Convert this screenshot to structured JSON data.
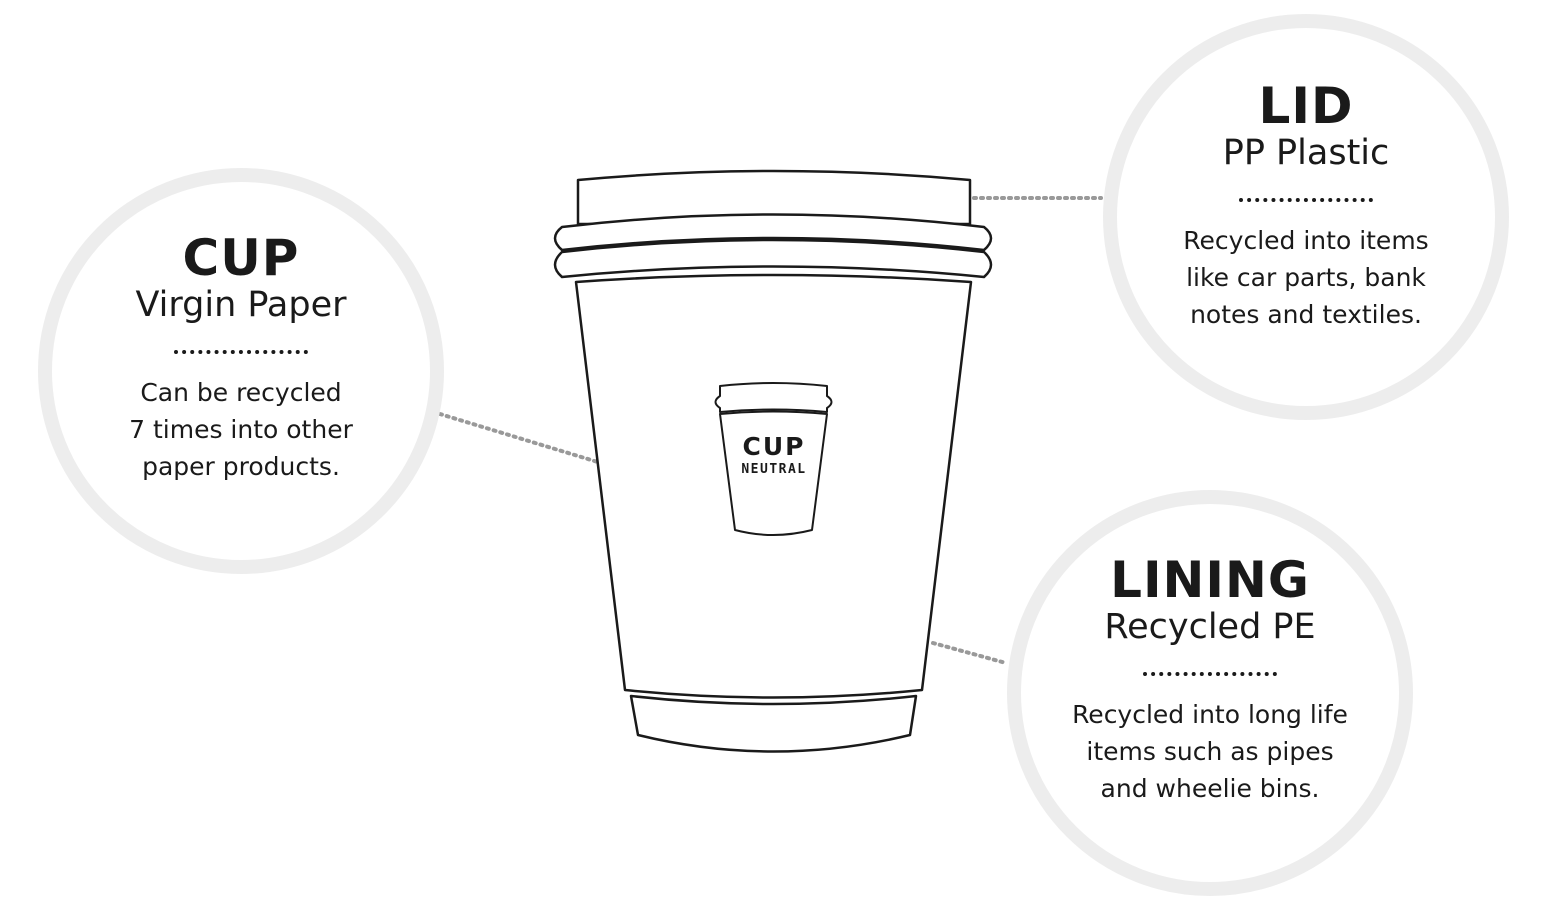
{
  "callouts": {
    "cup": {
      "heading": "CUP",
      "material": "Virgin Paper",
      "desc_lines": [
        "Can be recycled",
        "7 times into other",
        "paper products."
      ]
    },
    "lid": {
      "heading": "LID",
      "material": "PP Plastic",
      "desc_lines": [
        "Recycled into items",
        "like car parts, bank",
        "notes and textiles."
      ]
    },
    "lining": {
      "heading": "LINING",
      "material": "Recycled PE",
      "desc_lines": [
        "Recycled into long life",
        "items such as pipes",
        "and wheelie bins."
      ]
    }
  },
  "logo": {
    "line1": "CUP",
    "line2": "NEUTRAL"
  },
  "colors": {
    "ink": "#1a1a1a",
    "circle_ring": "#ededed",
    "leader_line": "#999999"
  }
}
